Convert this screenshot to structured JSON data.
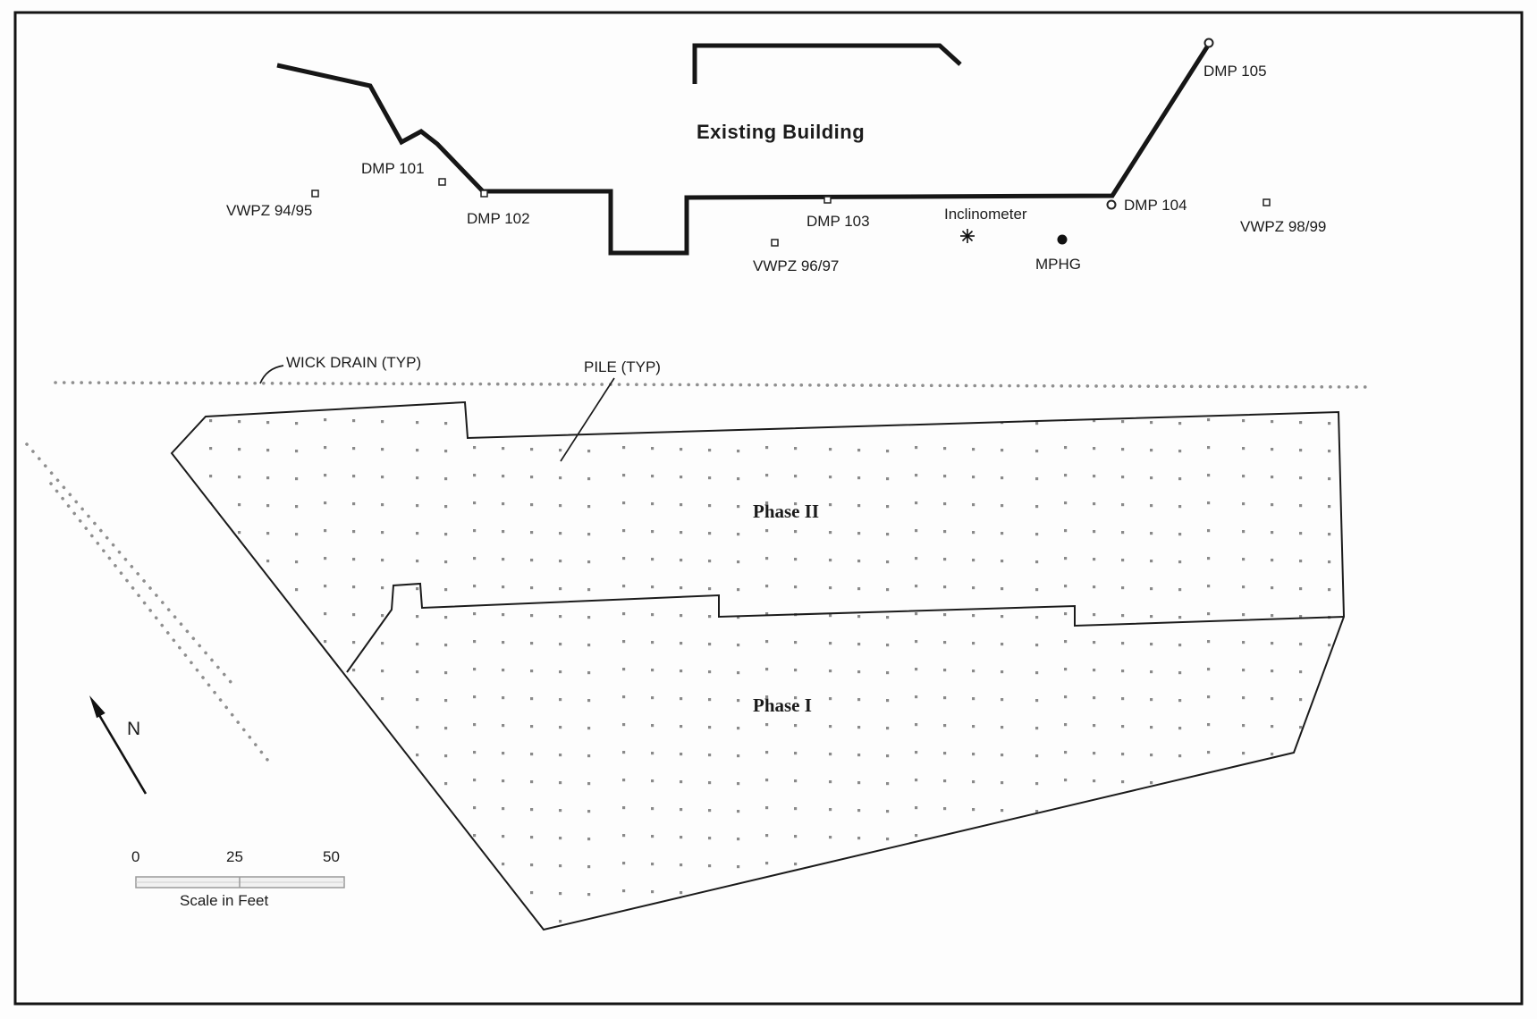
{
  "building": {
    "label": "Existing Building"
  },
  "instruments": [
    {
      "label": "VWPZ 94/95",
      "marker": "open-square"
    },
    {
      "label": "DMP 101",
      "marker": "open-square"
    },
    {
      "label": "DMP 102",
      "marker": "open-square"
    },
    {
      "label": "VWPZ 96/97",
      "marker": "open-square"
    },
    {
      "label": "DMP 103",
      "marker": "open-square"
    },
    {
      "label": "Inclinometer",
      "marker": "asterisk"
    },
    {
      "label": "MPHG",
      "marker": "filled-circle"
    },
    {
      "label": "DMP 104",
      "marker": "open-circle"
    },
    {
      "label": "DMP 105",
      "marker": "open-circle"
    },
    {
      "label": "VWPZ 98/99",
      "marker": "open-square"
    }
  ],
  "annotations": {
    "wick_drain": "WICK DRAIN (TYP)",
    "pile": "PILE (TYP)"
  },
  "phases": {
    "phase_2": "Phase II",
    "phase_1": "Phase I"
  },
  "compass": {
    "north": "N"
  },
  "scale_bar": {
    "tick_0": "0",
    "tick_25": "25",
    "tick_50": "50",
    "caption": "Scale in Feet"
  },
  "colors": {
    "line": "#1b1b1b",
    "pile_dot": "#8a8a8a",
    "wick_dot": "#8f8f8f"
  }
}
